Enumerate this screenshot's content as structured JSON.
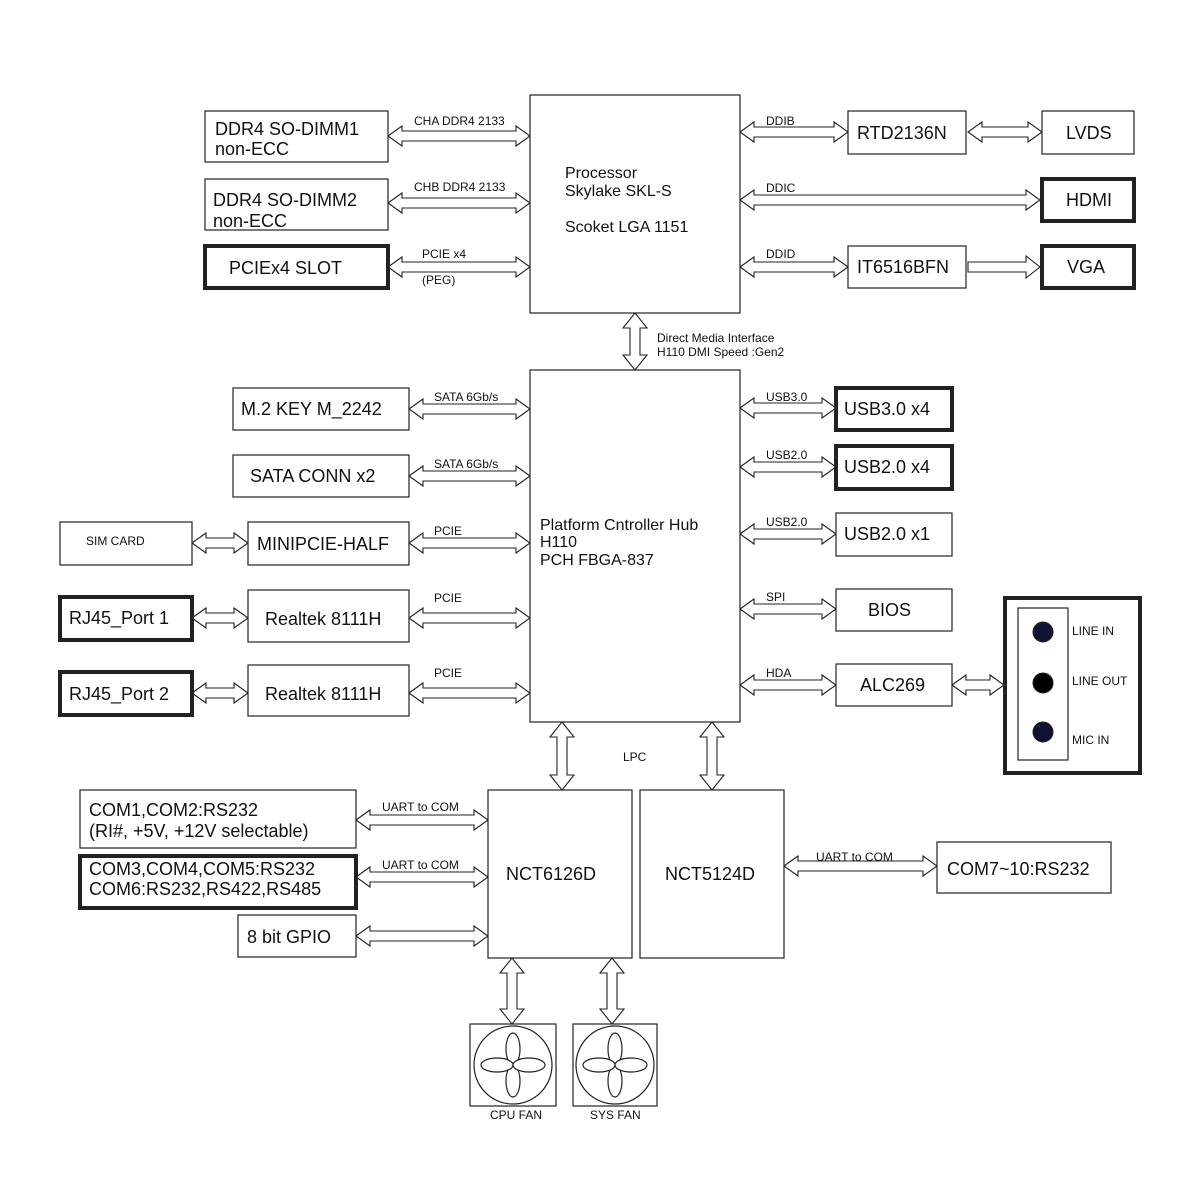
{
  "processor": {
    "line1": "Processor",
    "line2": "Skylake SKL-S",
    "line3": "Scoket LGA 1151"
  },
  "pch": {
    "line1": "Platform Cntroller Hub",
    "line2": "H110",
    "line3": "PCH FBGA-837"
  },
  "dmi": {
    "line1": "Direct Media Interface",
    "line2": "H110 DMI Speed :Gen2"
  },
  "cpu_left": [
    {
      "line1": "DDR4 SO-DIMM1",
      "line2": "non-ECC",
      "link": "CHA DDR4 2133",
      "emphasized": false
    },
    {
      "line1": "DDR4 SO-DIMM2",
      "line2": "non-ECC",
      "link": "CHB DDR4 2133",
      "emphasized": false
    },
    {
      "line1": "PCIEx4 SLOT",
      "link": "PCIE x4",
      "link_sub": "(PEG)",
      "emphasized": true
    }
  ],
  "cpu_right": [
    {
      "link": "DDIB",
      "chip": "RTD2136N",
      "out": "LVDS",
      "out_emphasized": false
    },
    {
      "link": "DDIC",
      "out": "HDMI",
      "out_emphasized": true
    },
    {
      "link": "DDID",
      "chip": "IT6516BFN",
      "out": "VGA",
      "out_emphasized": true
    }
  ],
  "pch_left": [
    {
      "label": "M.2 KEY M_2242",
      "link": "SATA 6Gb/s"
    },
    {
      "label": "SATA CONN x2",
      "link": "SATA 6Gb/s"
    },
    {
      "label": "MINIPCIE-HALF",
      "link": "PCIE",
      "ext": "SIM CARD",
      "ext_emphasized": false
    },
    {
      "label": "Realtek 8111H",
      "link": "PCIE",
      "ext": "RJ45_Port 1",
      "ext_emphasized": true
    },
    {
      "label": "Realtek 8111H",
      "link": "PCIE",
      "ext": "RJ45_Port 2",
      "ext_emphasized": true
    }
  ],
  "pch_right": [
    {
      "label": "USB3.0 x4",
      "link": "USB3.0",
      "emphasized": true
    },
    {
      "label": "USB2.0 x4",
      "link": "USB2.0",
      "emphasized": true
    },
    {
      "label": "USB2.0 x1",
      "link": "USB2.0",
      "emphasized": false
    },
    {
      "label": "BIOS",
      "link": "SPI",
      "emphasized": false
    },
    {
      "label": "ALC269",
      "link": "HDA",
      "emphasized": false
    }
  ],
  "audio_jacks": [
    "LINE IN",
    "LINE OUT",
    "MIC IN"
  ],
  "lpc_label": "LPC",
  "superio": {
    "a": "NCT6126D",
    "b": "NCT5124D"
  },
  "superio_left": [
    {
      "line1": "COM1,COM2:RS232",
      "line2": "(RI#, +5V, +12V selectable)",
      "link": "UART to COM",
      "emphasized": false
    },
    {
      "line1": "COM3,COM4,COM5:RS232",
      "line2": "COM6:RS232,RS422,RS485",
      "link": "UART to COM",
      "emphasized": true
    },
    {
      "line1": "8 bit GPIO",
      "link": "",
      "emphasized": false
    }
  ],
  "superio_right": {
    "link": "UART to COM",
    "label": "COM7~10:RS232"
  },
  "fans": [
    "CPU FAN",
    "SYS FAN"
  ]
}
